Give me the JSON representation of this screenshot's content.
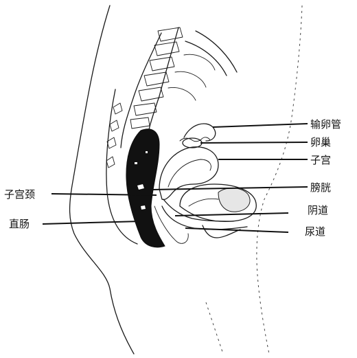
{
  "figure": {
    "labels": {
      "fallopian_tube": "输卵管",
      "ovary": "卵巢",
      "uterus": "子宫",
      "bladder": "膀胱",
      "vagina": "阴道",
      "urethra": "尿道",
      "cervix": "子宫颈",
      "rectum": "直肠"
    }
  },
  "colors": {
    "ink": "#1a1a1a",
    "rectum_fill": "#111111",
    "background": "#ffffff"
  }
}
